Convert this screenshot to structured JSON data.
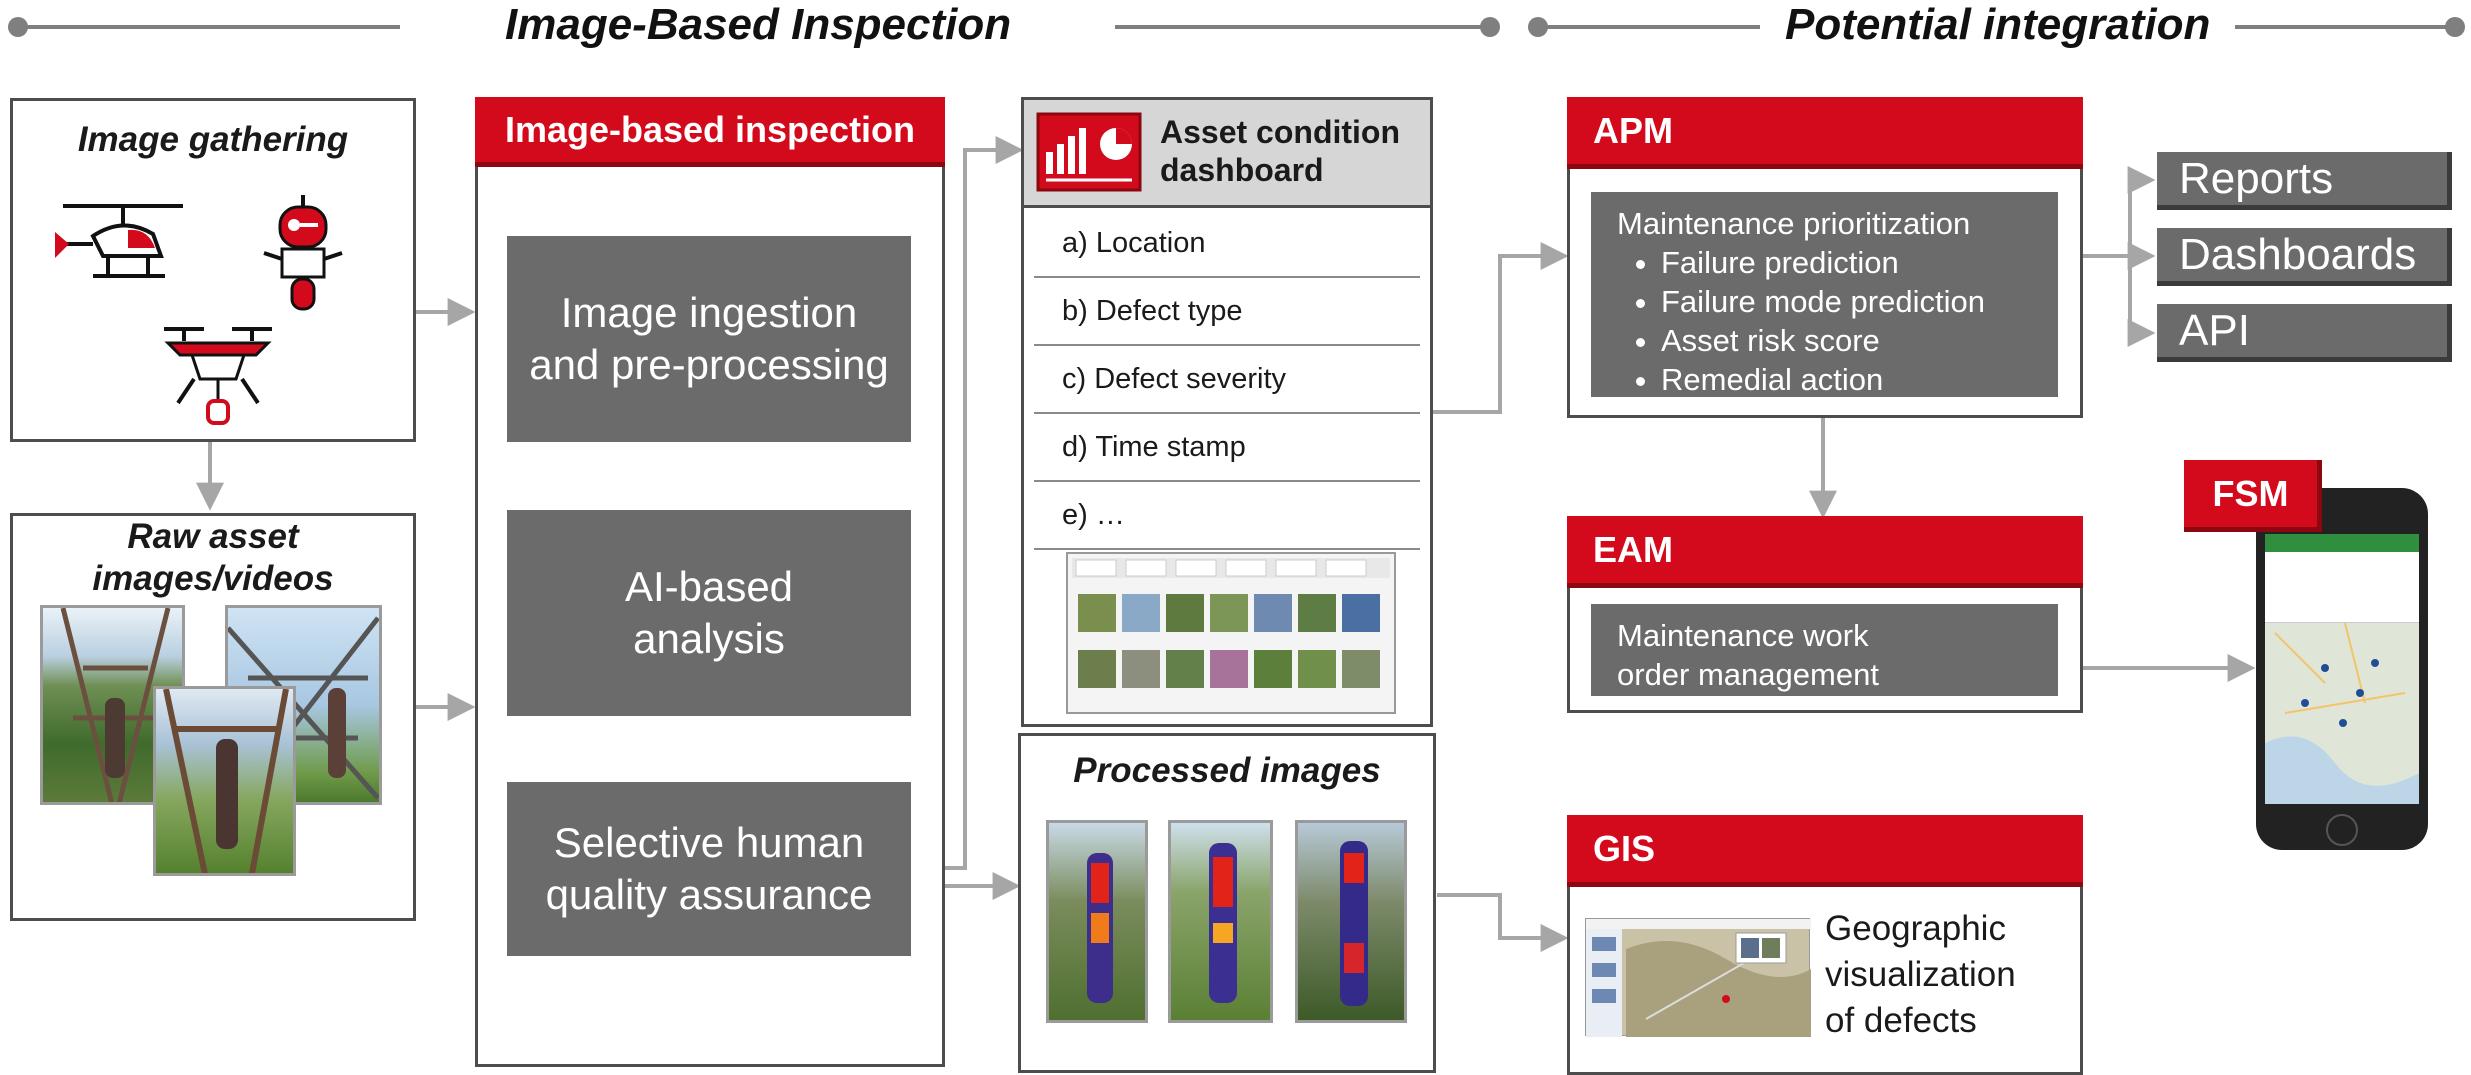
{
  "sections": {
    "left_title": "Image-Based Inspection",
    "right_title": "Potential integration"
  },
  "image_gathering": {
    "title": "Image gathering"
  },
  "raw_images": {
    "title_line1": "Raw asset",
    "title_line2": "images/videos"
  },
  "pipeline": {
    "header": "Image-based inspection",
    "step1_line1": "Image ingestion",
    "step1_line2": "and pre-processing",
    "step2_line1": "AI-based",
    "step2_line2": "analysis",
    "step3_line1": "Selective human",
    "step3_line2": "quality assurance"
  },
  "dashboard": {
    "title_line1": "Asset condition",
    "title_line2": "dashboard",
    "items": [
      "a) Location",
      "b) Defect type",
      "c) Defect severity",
      "d) Time stamp",
      "e) …"
    ]
  },
  "processed": {
    "title": "Processed images"
  },
  "apm": {
    "header": "APM",
    "lead": "Maintenance prioritization",
    "bullets": [
      "Failure prediction",
      "Failure mode prediction",
      "Asset risk score",
      "Remedial action"
    ]
  },
  "outputs": [
    "Reports",
    "Dashboards",
    "API"
  ],
  "eam": {
    "header": "EAM",
    "line1": "Maintenance work",
    "line2": "order management"
  },
  "fsm": {
    "label": "FSM"
  },
  "gis": {
    "header": "GIS",
    "line1": "Geographic",
    "line2": "visualization",
    "line3": "of defects"
  },
  "colors": {
    "accent_red": "#d30a1c",
    "panel_gray": "#6b6b6b",
    "arrow_gray": "#a6a6a6"
  }
}
